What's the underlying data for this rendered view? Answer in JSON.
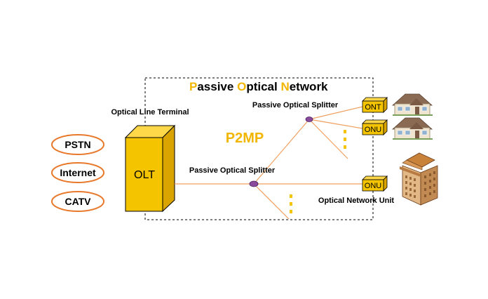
{
  "title": {
    "letters": [
      "P",
      "O",
      "N"
    ],
    "words": [
      "assive ",
      "ptical ",
      "etwork"
    ],
    "accent_color": "#f2b600"
  },
  "services": [
    "PSTN",
    "Internet",
    "CATV"
  ],
  "olt": {
    "label": "OLT",
    "caption": "Optical Line Terminal"
  },
  "topology_label": "P2MP",
  "splitter_main_label": "Passive Optical Splitter",
  "splitter_secondary_label": "Passive Optical Splitter",
  "endpoints": [
    "ONT",
    "ONU",
    "ONU"
  ],
  "onu_caption": "Optical Network Unit",
  "colors": {
    "box_yellow": "#f5c400",
    "box_dark": "#d9a400",
    "fiber": "#f0a060",
    "oval_stroke": "#e8782a",
    "splitter": "#8a4a9c",
    "p2mp": "#f2b600"
  }
}
